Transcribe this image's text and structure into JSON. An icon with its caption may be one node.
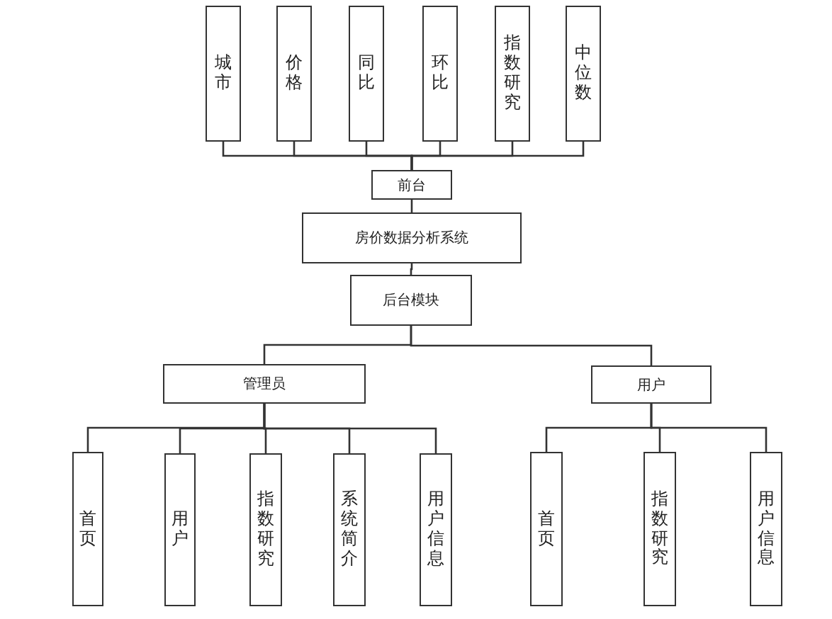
{
  "diagram": {
    "nodes": [
      {
        "text": [
          "城市"
        ]
      },
      {
        "text": [
          "价格"
        ]
      },
      {
        "text": [
          "同比"
        ]
      },
      {
        "text": [
          "环比"
        ]
      },
      {
        "text": [
          "指数研究"
        ]
      },
      {
        "text": [
          "中位数"
        ]
      },
      {
        "text": [
          "前台"
        ]
      },
      {
        "text": [
          "房价数据分析系统"
        ]
      },
      {
        "text": [
          "后台模块"
        ]
      },
      {
        "text": [
          "管理员"
        ]
      },
      {
        "text": [
          "用户"
        ]
      },
      {
        "text": [
          "首页"
        ]
      },
      {
        "text": [
          "用户"
        ]
      },
      {
        "text": [
          "指数研究"
        ]
      },
      {
        "text": [
          "系统简介"
        ]
      },
      {
        "text": [
          "用户信息"
        ]
      },
      {
        "text": [
          "首页"
        ]
      },
      {
        "text": [
          "指数研究"
        ]
      },
      {
        "text": [
          "用户信息"
        ]
      }
    ],
    "edges": [
      {
        "from": 6,
        "to": 0,
        "arrow": "none"
      },
      {
        "from": 6,
        "to": 1,
        "arrow": "none"
      },
      {
        "from": 6,
        "to": 2,
        "arrow": "none"
      },
      {
        "from": 6,
        "to": 3,
        "arrow": "none"
      },
      {
        "from": 6,
        "to": 4,
        "arrow": "none"
      },
      {
        "from": 6,
        "to": 5,
        "arrow": "none"
      },
      {
        "from": 6,
        "to": 7,
        "arrow": "none"
      },
      {
        "from": 7,
        "to": 8,
        "arrow": "none"
      },
      {
        "from": 8,
        "to": 9,
        "arrow": "none"
      },
      {
        "from": 8,
        "to": 10,
        "arrow": "none"
      },
      {
        "from": 9,
        "to": 11,
        "arrow": "none"
      },
      {
        "from": 9,
        "to": 12,
        "arrow": "none"
      },
      {
        "from": 9,
        "to": 13,
        "arrow": "none"
      },
      {
        "from": 9,
        "to": 14,
        "arrow": "none"
      },
      {
        "from": 9,
        "to": 15,
        "arrow": "none"
      },
      {
        "from": 10,
        "to": 16,
        "arrow": "none"
      },
      {
        "from": 10,
        "to": 17,
        "arrow": "none"
      },
      {
        "from": 10,
        "to": 18,
        "arrow": "none"
      }
    ]
  }
}
